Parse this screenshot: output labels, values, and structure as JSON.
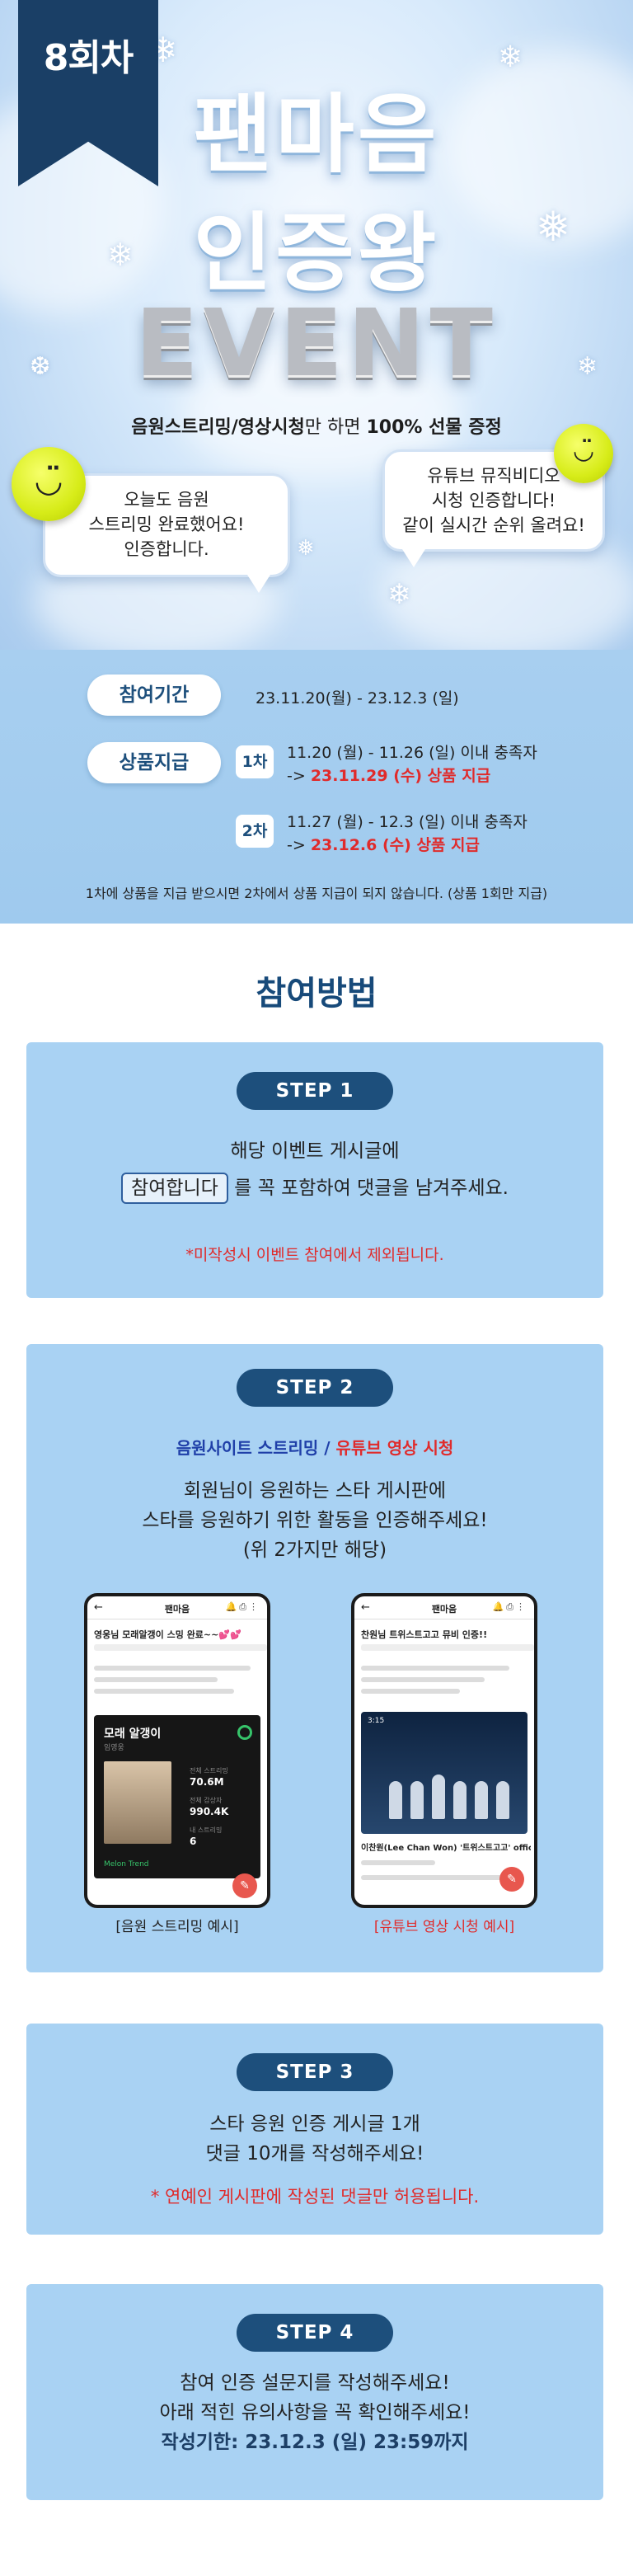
{
  "hero": {
    "badge": "8회차",
    "title_line1": "팬마음",
    "title_line2": "인증왕",
    "title_line3": "EVENT",
    "subtitle_prefix": "음원스트리밍/영상시청",
    "subtitle_mid": "만 하면 ",
    "subtitle_suffix": "100% 선물 증정",
    "bubble_left": [
      "오늘도 음원",
      "스트리밍 완료했어요!",
      "인증합니다."
    ],
    "bubble_right": [
      "유튜브 뮤직비디오",
      "시청 인증합니다!",
      "같이 실시간 순위 올려요!"
    ]
  },
  "info": {
    "period_label": "참여기간",
    "period_value": "23.11.20(월) - 23.12.3 (일)",
    "prize_label": "상품지급",
    "round1_badge": "1차",
    "round1_line1": "11.20 (월) - 11.26 (일) 이내 충족자",
    "round1_arrow": "-> ",
    "round1_line2": "23.11.29 (수) 상품 지급",
    "round2_badge": "2차",
    "round2_line1": "11.27 (월) - 12.3 (일) 이내 충족자",
    "round2_arrow": "-> ",
    "round2_line2": "23.12.6 (수) 상품 지급",
    "note": "1차에 상품을 지급 받으시면 2차에서 상품 지급이 되지 않습니다. (상품 1회만 지급)"
  },
  "howto": {
    "title": "참여방법",
    "step1": {
      "label": "STEP 1",
      "line1": "해당 이벤트 게시글에",
      "boxed": "참여합니다",
      "line2_suffix": " 를 꼭 포함하여 댓글을 남겨주세요.",
      "warning": "*미작성시 이벤트 참여에서 제외됩니다."
    },
    "step2": {
      "label": "STEP 2",
      "heading_blue": "음원사이트 스트리밍",
      "heading_slash": " / ",
      "heading_red": "유튜브 영상 시청",
      "line1": "회원님이 응원하는 스타 게시판에",
      "line2": "스타를 응원하기 위한 활동을 인증해주세요!",
      "line3": "(위 2가지만 해당)",
      "phone1": {
        "header": "팬마음",
        "post_title": "영웅님 모래알갱이 스밍 완료~~💕💕",
        "song": "모래 알갱이",
        "artist": "임영웅",
        "stat1": "70.6M",
        "stat2": "990.4K",
        "stat3": "6",
        "footer": "Melon Trend",
        "caption": "[음원 스트리밍 예시]"
      },
      "phone2": {
        "header": "팬마음",
        "post_title": "찬원님 트위스트고고 뮤비 인증!!",
        "video_time": "3:15",
        "video_caption": "이찬원(Lee Chan Won) '트위스트고고' official MV",
        "caption": "[유튜브 영상 시청 예시]"
      }
    },
    "step3": {
      "label": "STEP 3",
      "line1": "스타 응원 인증 게시글 1개",
      "line2": "댓글 10개를 작성해주세요!",
      "warning": "* 연예인 게시판에 작성된 댓글만 허용됩니다."
    },
    "step4": {
      "label": "STEP 4",
      "line1": "참여 인증 설문지를 작성해주세요!",
      "line2": "아래 적힌 유의사항을 꼭 확인해주세요!",
      "deadline": "작성기한: 23.12.3 (일) 23:59까지"
    }
  },
  "colors": {
    "navy": "#1d4f7c",
    "card_blue": "#a9d2f3",
    "red": "#e02b2b",
    "smiley": "#d7ec19"
  },
  "icons": [
    "snowflake-icon",
    "smiley-icon",
    "back-arrow-icon",
    "bell-icon",
    "share-icon",
    "more-icon",
    "pencil-icon"
  ]
}
